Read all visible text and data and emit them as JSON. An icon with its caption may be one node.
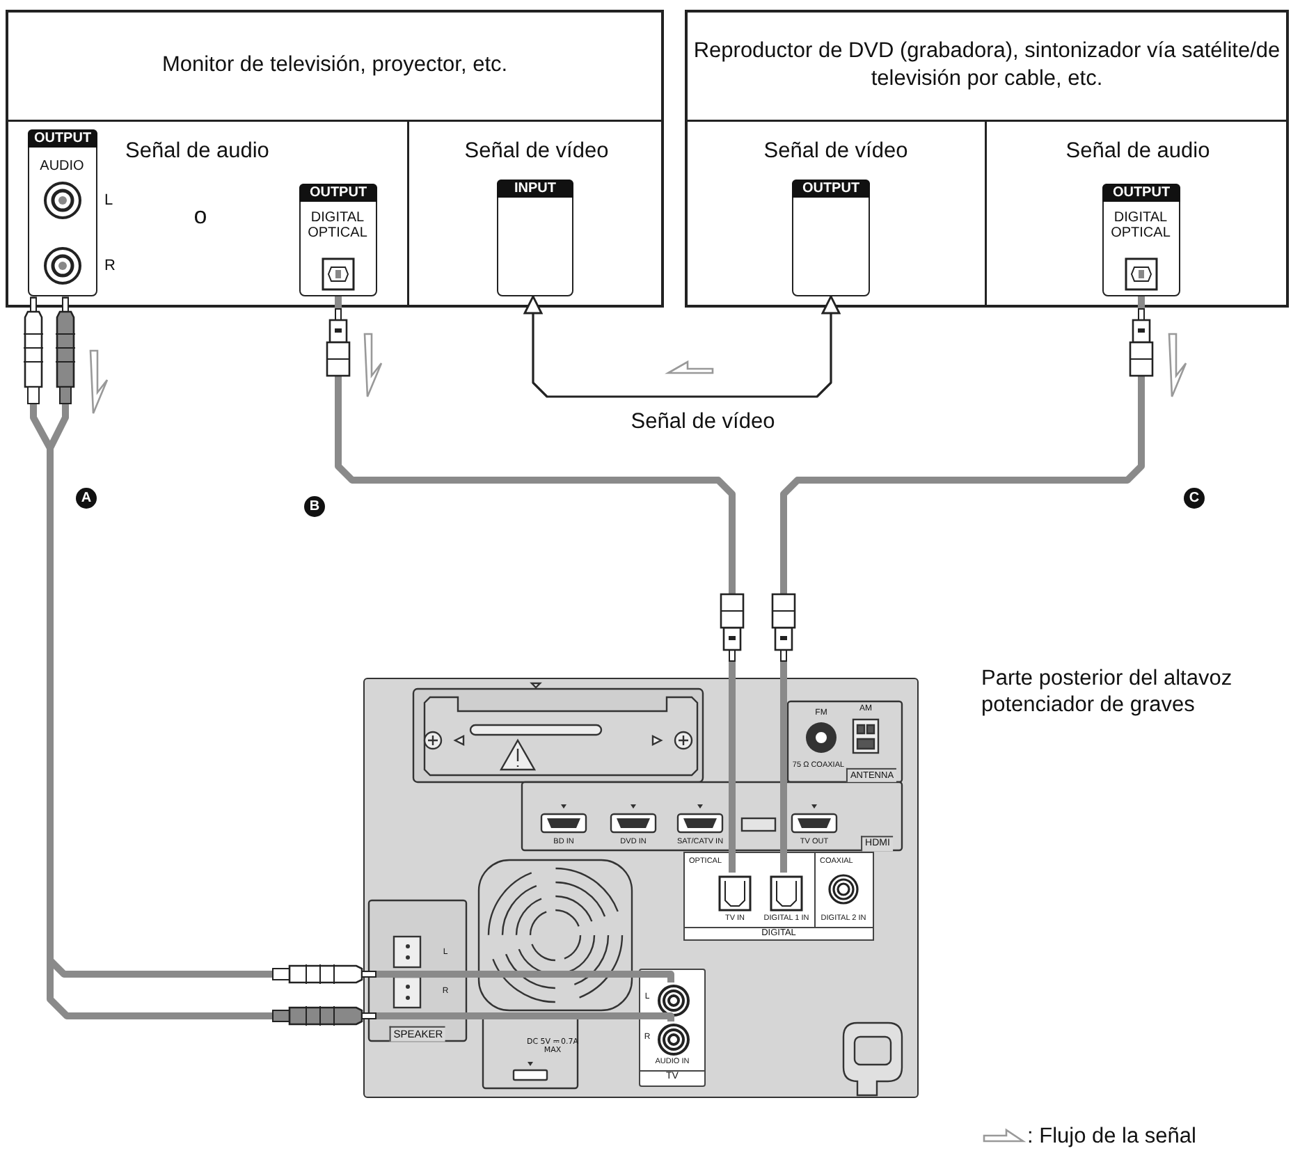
{
  "diagram": {
    "nodes": [
      {
        "text": [
          "Monitor de televisión, proyector, etc."
        ]
      },
      {
        "text": [
          "Señal de audio"
        ],
        "in": 0
      },
      {
        "text": [
          "OUTPUT",
          "AUDIO"
        ],
        "in": 1,
        "beside": [
          "L",
          "R"
        ]
      },
      {
        "text": [
          "OUTPUT",
          "DIGITAL OPTICAL"
        ],
        "in": 1
      },
      {
        "text": [
          "Señal de vídeo"
        ],
        "in": 0
      },
      {
        "text": [
          "INPUT"
        ],
        "in": 4
      },
      {
        "text": [
          "Reproductor de DVD (grabadora), sintonizador vía satélite/de televisión por cable, etc."
        ]
      },
      {
        "text": [
          "Señal de vídeo"
        ],
        "in": 6
      },
      {
        "text": [
          "OUTPUT"
        ],
        "in": 7
      },
      {
        "text": [
          "Señal de audio"
        ],
        "in": 6
      },
      {
        "text": [
          "OUTPUT",
          "DIGITAL OPTICAL"
        ],
        "in": 9
      },
      {
        "text": [],
        "shape": "box",
        "beside": [
          "Parte posterior del altavoz potenciador de graves"
        ]
      },
      {
        "text": [
          "OPTICAL",
          "COAXIAL",
          "DIGITAL 2 IN",
          "DIGITAL"
        ],
        "in": 11
      },
      {
        "text": [
          "TV IN"
        ],
        "in": 12
      },
      {
        "text": [
          "DIGITAL 1 IN"
        ],
        "in": 12
      },
      {
        "text": [
          "AUDIO IN",
          "TV"
        ],
        "in": 11
      },
      {
        "text": [],
        "shape": "circle",
        "in": 15
      },
      {
        "text": [],
        "shape": "circle",
        "in": 15
      }
    ],
    "edges": [
      {
        "from": 2,
        "to": 16,
        "arrow": "none",
        "label": "A"
      },
      {
        "from": 2,
        "to": 17,
        "arrow": "none"
      },
      {
        "from": 3,
        "to": 13,
        "arrow": "none",
        "label": "B"
      },
      {
        "from": 10,
        "to": 14,
        "arrow": "none",
        "label": "C"
      },
      {
        "from": 8,
        "to": 5,
        "arrow": "both",
        "label": "Señal de vídeo",
        "color": "#222222"
      }
    ],
    "labels": [
      "o",
      "FM",
      "AM",
      "75 Ω COAXIAL",
      "ANTENNA",
      "BD IN",
      "DVD IN",
      "SAT/CATV IN",
      "TV OUT",
      "HDMI",
      "L",
      "R",
      "SPEAKER",
      "DC 5V ⎓ 0.7A MAX",
      "L",
      "R"
    ],
    "legend": [
      {
        "text": ": Flujo de la señal"
      }
    ]
  }
}
